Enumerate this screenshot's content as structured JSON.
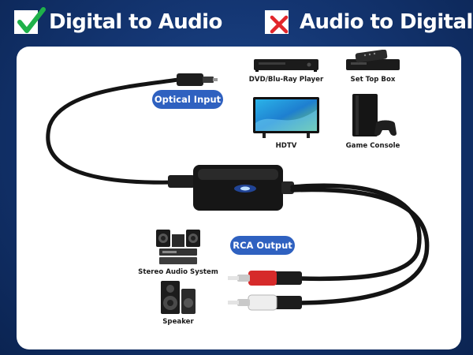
{
  "header": {
    "left_label": "Digital to Audio",
    "right_label": "Audio to Digital"
  },
  "labels": {
    "optical_input": "Optical Input",
    "rca_output": "RCA Output"
  },
  "devices": {
    "dvd": "DVD/Blu-Ray Player",
    "set_top_box": "Set Top Box",
    "hdtv": "HDTV",
    "game_console": "Game Console",
    "stereo": "Stereo Audio System",
    "speaker": "Speaker"
  },
  "colors": {
    "background": "#143673",
    "check": "#1fb14a",
    "cross": "#e2262b",
    "pill": "#2f61c0"
  }
}
